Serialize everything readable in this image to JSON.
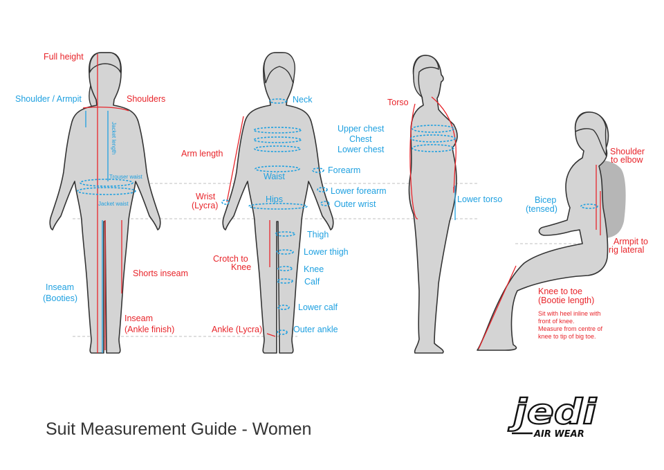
{
  "title": "Suit Measurement Guide - Women",
  "colors": {
    "length": "#e8242a",
    "circumference": "#1ea0e0",
    "figure": "#d4d4d4",
    "rig": "#a9a9a9"
  },
  "figure_back": {
    "full_height": "Full height",
    "shoulder_armpit": "Shoulder / Armpit",
    "shoulders": "Shoulders",
    "jacket_length": "Jacket length",
    "trouser_waist": "Trouser waist",
    "jacket_waist": "Jacket waist",
    "shorts_inseam": "Shorts inseam",
    "inseam_booties_1": "Inseam",
    "inseam_booties_2": "(Booties)",
    "inseam_ankle_1": "Inseam",
    "inseam_ankle_2": "(Ankle finish)"
  },
  "figure_front": {
    "neck": "Neck",
    "upper_chest": "Upper chest",
    "chest": "Chest",
    "lower_chest": "Lower chest",
    "arm_length": "Arm length",
    "forearm": "Forearm",
    "waist": "Waist",
    "lower_forearm": "Lower forearm",
    "wrist_1": "Wrist",
    "wrist_2": "(Lycra)",
    "hips": "Hips",
    "outer_wrist": "Outer wrist",
    "thigh": "Thigh",
    "lower_thigh": "Lower thigh",
    "crotch_1": "Crotch to",
    "crotch_2": "Knee",
    "knee": "Knee",
    "calf": "Calf",
    "lower_calf": "Lower calf",
    "ankle": "Ankle (Lycra)",
    "outer_ankle": "Outer ankle"
  },
  "figure_side": {
    "torso": "Torso",
    "lower_torso": "Lower torso"
  },
  "figure_seated": {
    "shoulder_elbow_1": "Shoulder",
    "shoulder_elbow_2": "to elbow",
    "bicep_1": "Bicep",
    "bicep_2": "(tensed)",
    "armpit_rig_1": "Armpit to",
    "armpit_rig_2": "rig lateral",
    "knee_toe_1": "Knee to toe",
    "knee_toe_2": "(Bootie length)",
    "note_1": "Sit with heel inline with",
    "note_2": "front of knee.",
    "note_3": "Measure from centre of",
    "note_4": "knee to tip of big toe."
  },
  "logo": {
    "mark": "jedi",
    "wordmark": "AIR WEAR"
  }
}
